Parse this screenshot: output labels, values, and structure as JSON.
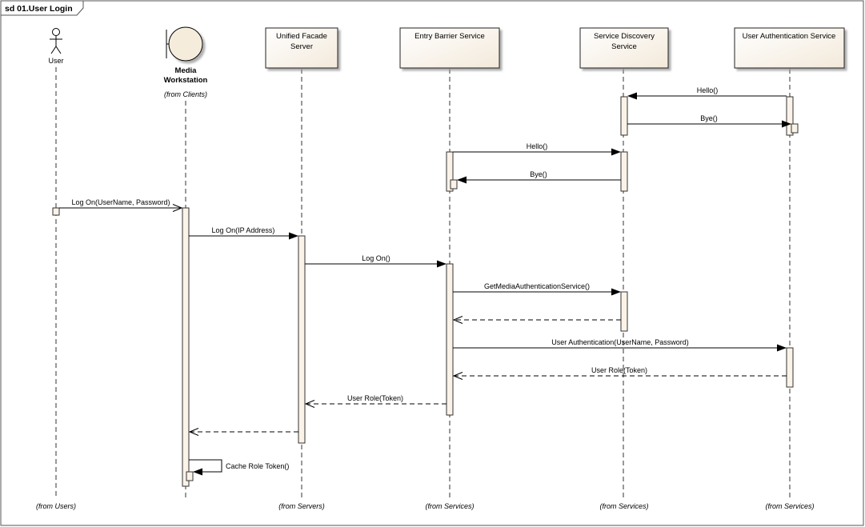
{
  "frame": {
    "title": "sd 01.User Login"
  },
  "lifelines": [
    {
      "id": "user",
      "kind": "actor",
      "label": "User",
      "footer": "(from Users)"
    },
    {
      "id": "media",
      "kind": "boundary",
      "label_lines": [
        "Media",
        "Workstation"
      ],
      "note": "(from Clients)",
      "footer": ""
    },
    {
      "id": "ufs",
      "kind": "box",
      "label_lines": [
        "Unified Facade",
        "Server"
      ],
      "footer": "(from Servers)"
    },
    {
      "id": "ebs",
      "kind": "box",
      "label_lines": [
        "Entry Barrier Service"
      ],
      "footer": "(from Services)"
    },
    {
      "id": "sds",
      "kind": "box",
      "label_lines": [
        "Service Discovery",
        "Service"
      ],
      "footer": "(from Services)"
    },
    {
      "id": "uas",
      "kind": "box",
      "label_lines": [
        "User Authentication Service"
      ],
      "footer": "(from Services)"
    }
  ],
  "messages": [
    {
      "from": "uas",
      "to": "sds",
      "label": "Hello()",
      "type": "sync"
    },
    {
      "from": "sds",
      "to": "uas",
      "label": "Bye()",
      "type": "sync"
    },
    {
      "from": "ebs",
      "to": "sds",
      "label": "Hello()",
      "type": "sync"
    },
    {
      "from": "sds",
      "to": "ebs",
      "label": "Bye()",
      "type": "sync"
    },
    {
      "from": "user",
      "to": "media",
      "label": "Log On(UserName, Password)",
      "type": "async"
    },
    {
      "from": "media",
      "to": "ufs",
      "label": "Log On(IP Address)",
      "type": "sync"
    },
    {
      "from": "ufs",
      "to": "ebs",
      "label": "Log On()",
      "type": "sync"
    },
    {
      "from": "ebs",
      "to": "sds",
      "label": "GetMediaAuthenticationService()",
      "type": "sync"
    },
    {
      "from": "sds",
      "to": "ebs",
      "label": "",
      "type": "return"
    },
    {
      "from": "ebs",
      "to": "uas",
      "label": "User Authentication(UserName, Password)",
      "type": "sync"
    },
    {
      "from": "uas",
      "to": "ebs",
      "label": "User Role(Token)",
      "type": "return"
    },
    {
      "from": "ebs",
      "to": "ufs",
      "label": "User Role(Token)",
      "type": "return"
    },
    {
      "from": "ufs",
      "to": "media",
      "label": "",
      "type": "return"
    },
    {
      "from": "media",
      "to": "media",
      "label": "Cache Role Token()",
      "type": "self"
    }
  ]
}
